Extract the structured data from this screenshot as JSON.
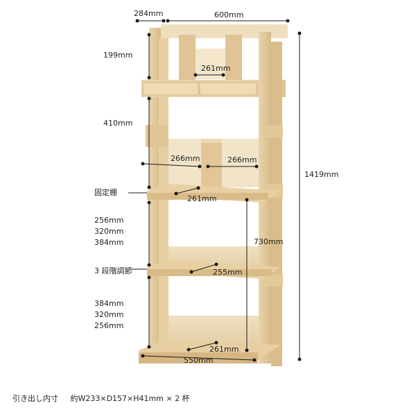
{
  "dimensions": {
    "top_depth": "284mm",
    "width": "600mm",
    "top_section_height": "199mm",
    "top_inner_width": "261mm",
    "upper_section_height": "410mm",
    "middle_left_width": "266mm",
    "middle_right_width": "266mm",
    "fixed_shelf_label": "固定棚",
    "fixed_shelf_width": "261mm",
    "lower_upper_heights": [
      "256mm",
      "320mm",
      "384mm"
    ],
    "adjustable_label": "3 段階調節",
    "adjustable_shelf_width": "255mm",
    "lower_lower_heights": [
      "384mm",
      "320mm",
      "256mm"
    ],
    "total_height": "1419mm",
    "lower_section_height": "730mm",
    "bottom_depth": "261mm",
    "bottom_width": "550mm"
  },
  "caption": {
    "label": "引き出し内寸",
    "value": "約W233×D157×H41mm × 2 杯"
  },
  "colors": {
    "wood_light": "#ecd9b6",
    "wood_mid": "#dcc194",
    "wood_dark": "#c9a874",
    "line": "#1a1a1a"
  }
}
